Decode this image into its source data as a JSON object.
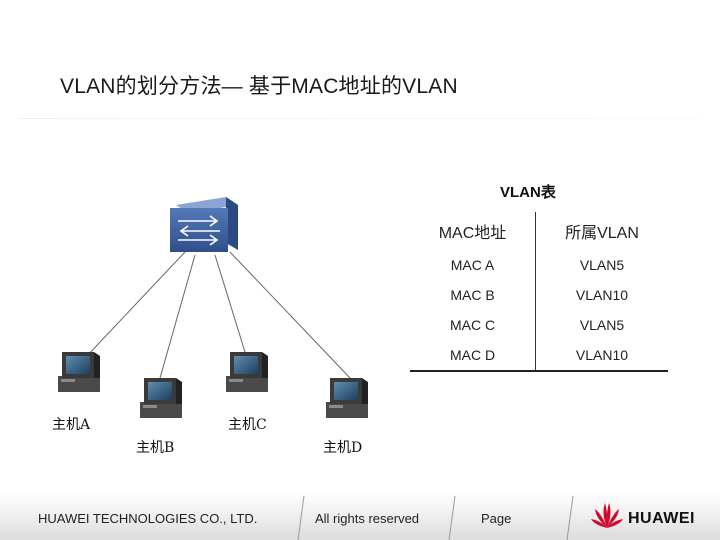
{
  "slide": {
    "title": "VLAN的划分方法— 基于MAC地址的VLAN"
  },
  "hosts": [
    {
      "label": "主机A"
    },
    {
      "label": "主机B"
    },
    {
      "label": "主机C"
    },
    {
      "label": "主机D"
    }
  ],
  "vlan_table": {
    "caption": "VLAN表",
    "headers": [
      "MAC地址",
      "所属VLAN"
    ],
    "rows": [
      [
        "MAC A",
        "VLAN5"
      ],
      [
        "MAC B",
        "VLAN10"
      ],
      [
        "MAC C",
        "VLAN5"
      ],
      [
        "MAC D",
        "VLAN10"
      ]
    ]
  },
  "footer": {
    "company": "HUAWEI TECHNOLOGIES CO., LTD.",
    "rights": "All rights reserved",
    "page": "Page",
    "brand": "HUAWEI"
  },
  "colors": {
    "switch_front": "#3c66a8",
    "switch_top": "#6f8fc4",
    "logo_red": "#cf0a2c"
  }
}
